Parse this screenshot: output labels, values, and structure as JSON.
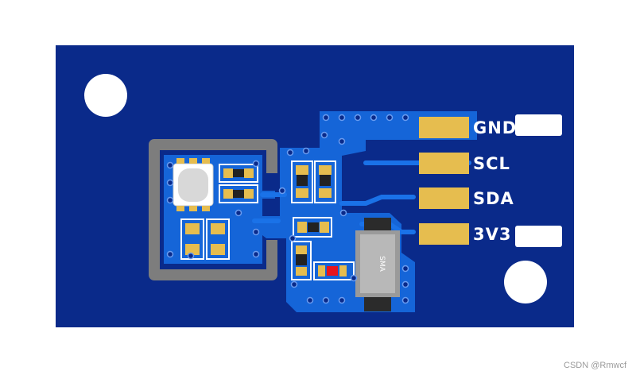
{
  "colors": {
    "background": "#ffffff",
    "board": "#0a2a8a",
    "copper_pour": "#1565d8",
    "trace": "#1a72e8",
    "pad_gold": "#e6bd4f",
    "silkscreen": "#ffffff",
    "keepout_ring": "#7d7d7d",
    "led": "#e8141c",
    "diode_body": "#2b2b2b"
  },
  "pins": [
    {
      "label": "GND",
      "pad": "rect-gold"
    },
    {
      "label": "SCL",
      "pad": "rect-gold"
    },
    {
      "label": "SDA",
      "pad": "rect-gold"
    },
    {
      "label": "3V3",
      "pad": "rect-gold"
    }
  ],
  "diode": {
    "marking": "SMA"
  },
  "watermark": "CSDN @Rmwcf"
}
